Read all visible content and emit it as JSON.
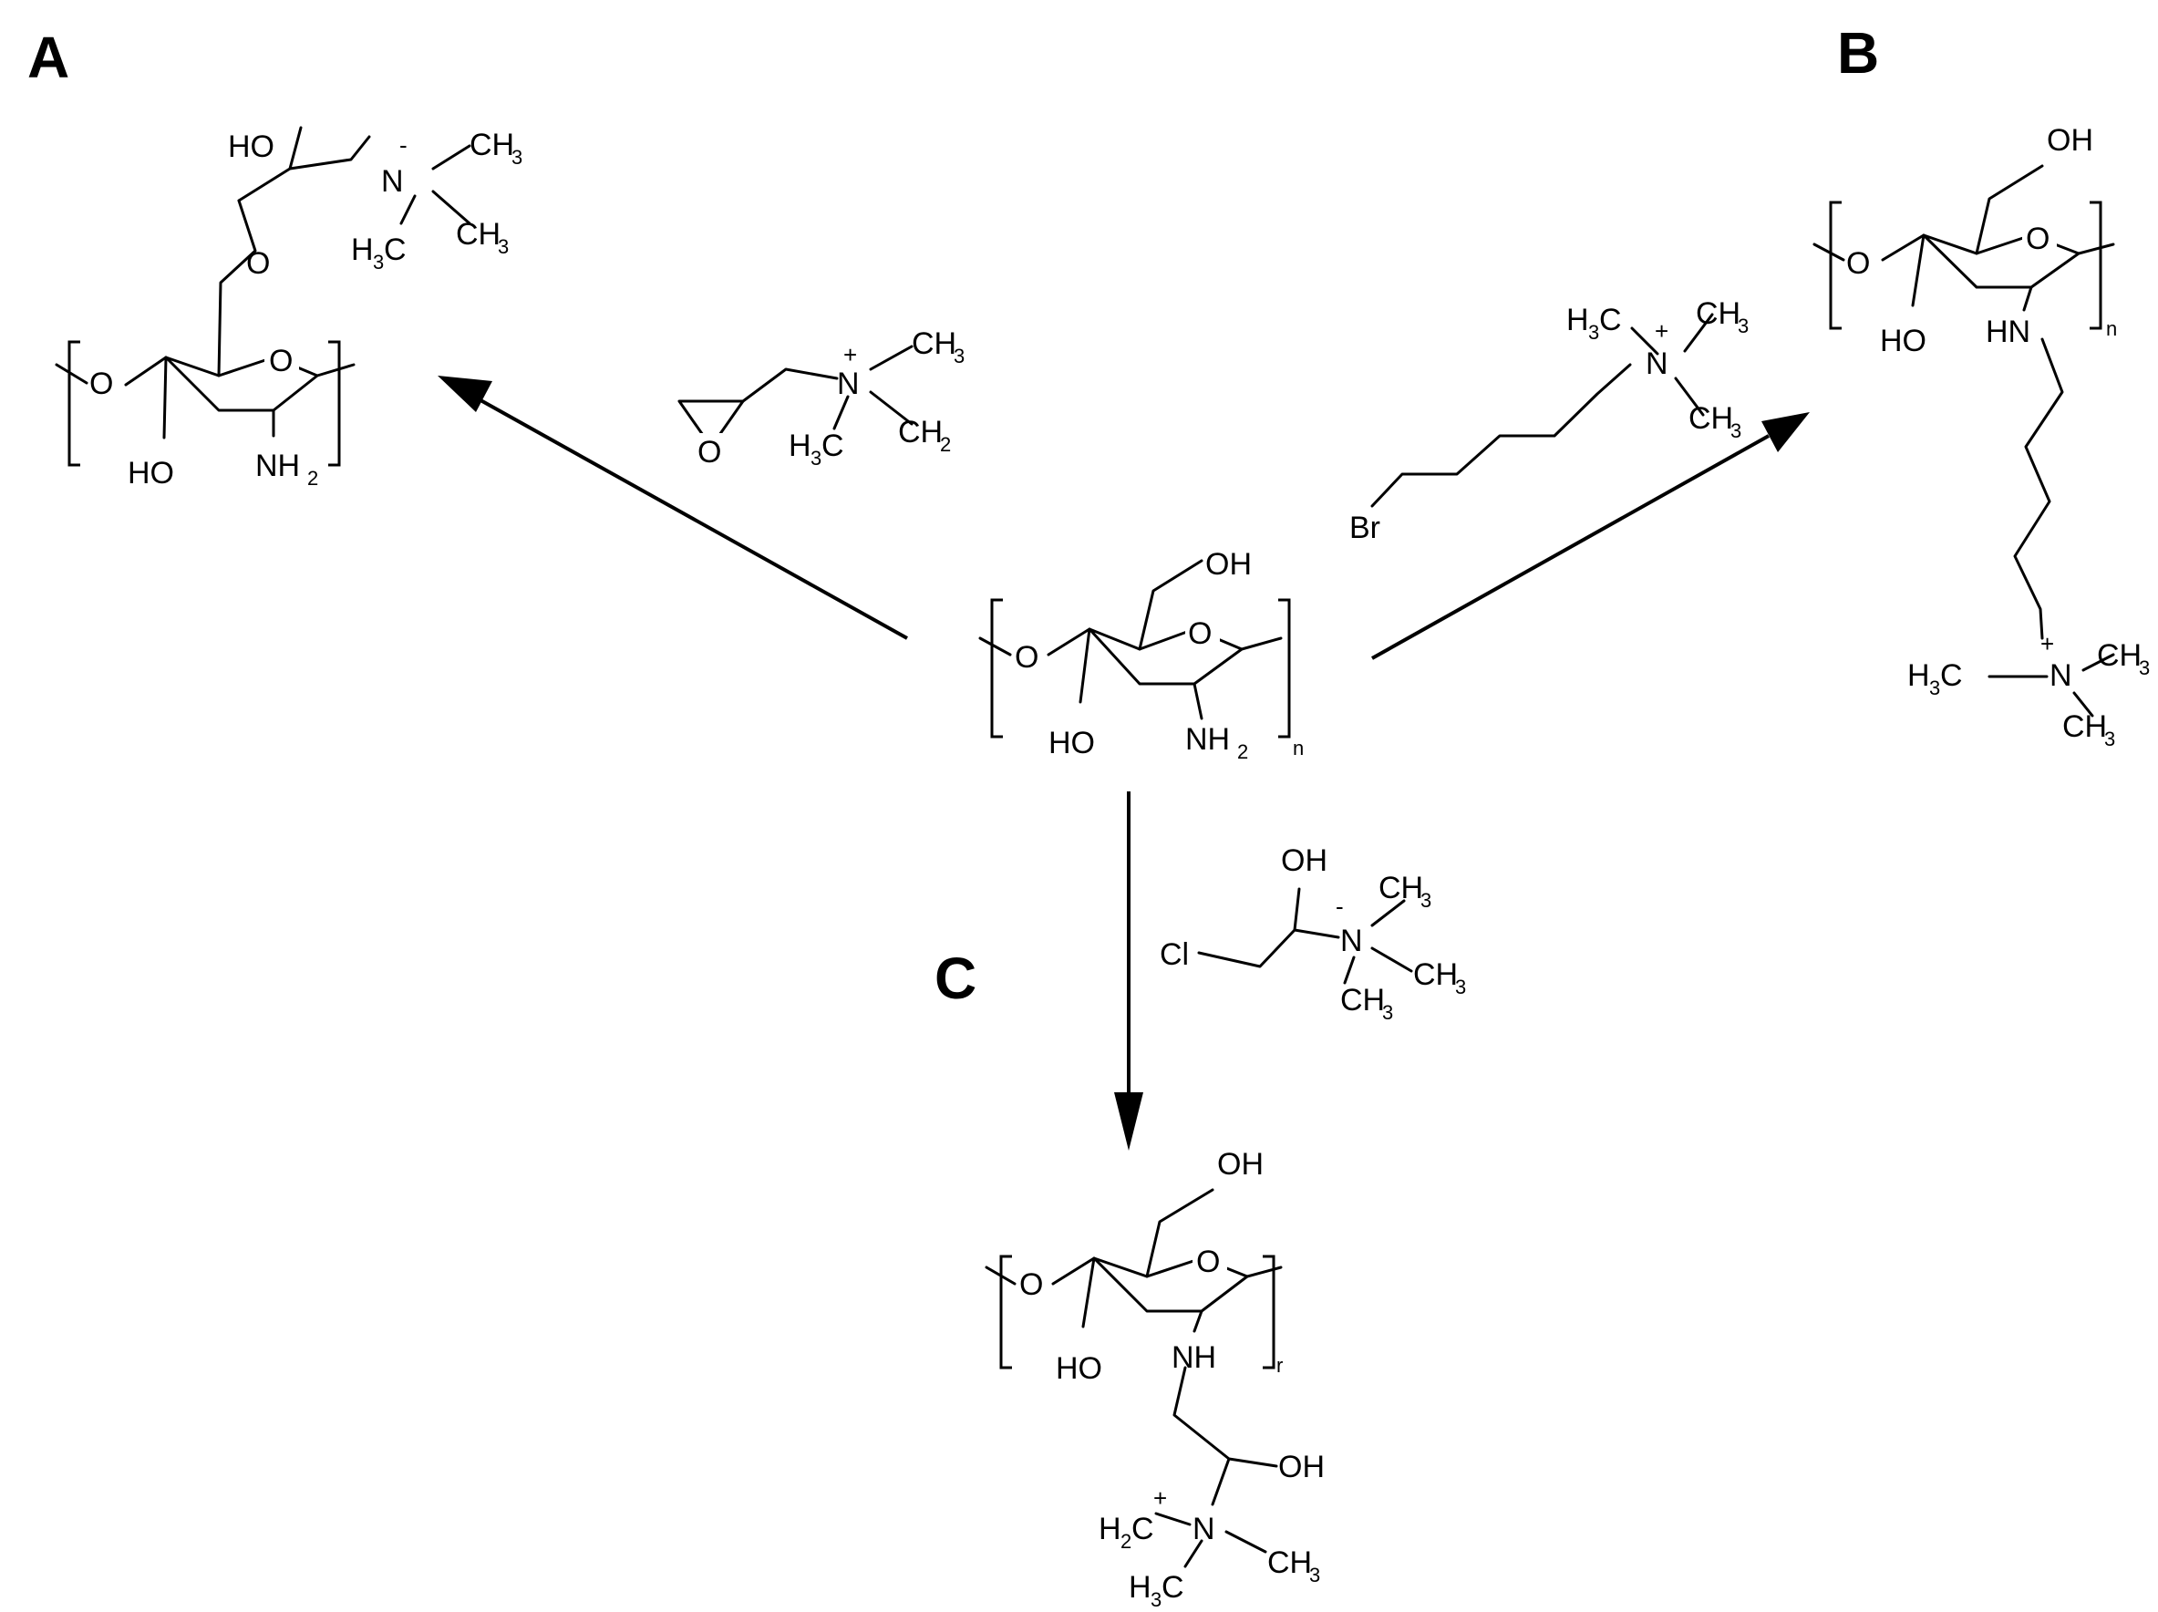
{
  "panels": {
    "a": "A",
    "b": "B",
    "c": "C"
  },
  "atoms": {
    "O": "O",
    "HO": "HO",
    "OH": "OH",
    "N": "N",
    "NH": "NH",
    "HN": "HN",
    "NH2_main": "NH",
    "NH2_sub": "2",
    "CH": "CH",
    "H": "H",
    "C": "C",
    "sub3": "3",
    "sub2": "2",
    "plus": "+",
    "minus": "-",
    "Br": "Br",
    "Cl": "Cl",
    "n": "n",
    "r": "r"
  }
}
